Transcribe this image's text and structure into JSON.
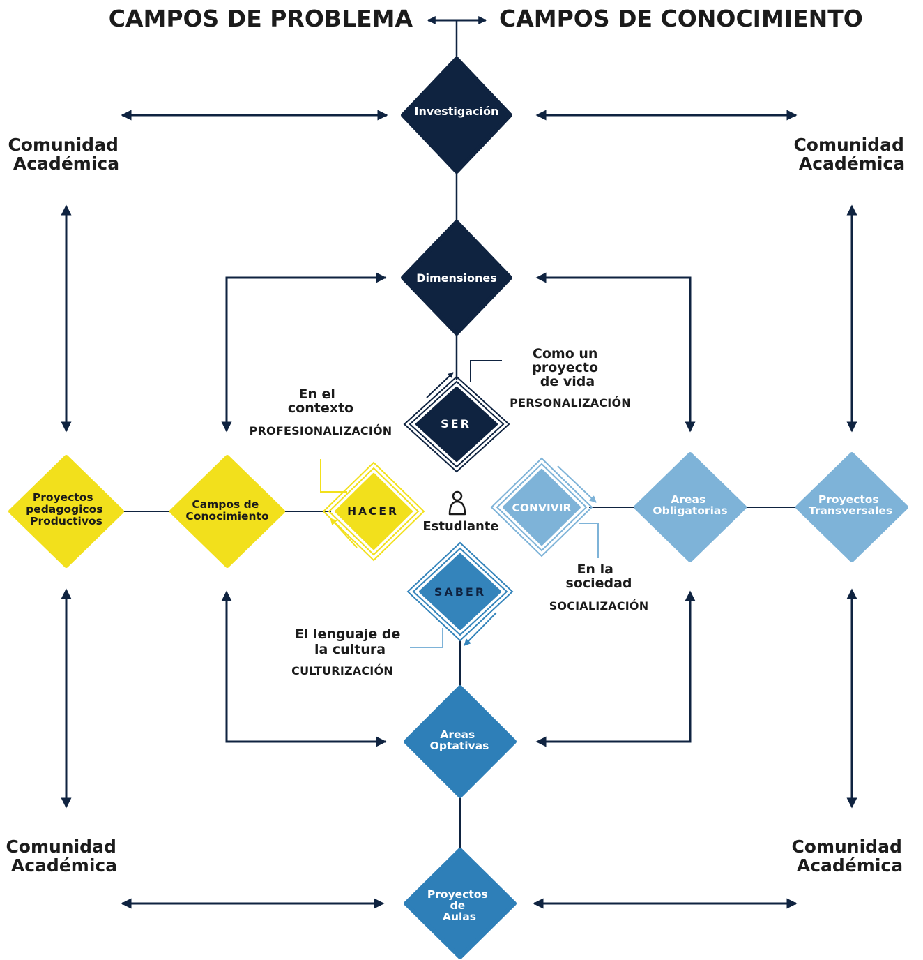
{
  "header": {
    "left_title": "CAMPOS DE PROBLEMA",
    "right_title": "CAMPOS DE CONOCIMIENTO"
  },
  "communities": {
    "top_left": [
      "Comunidad",
      "Académica"
    ],
    "top_right": [
      "Comunidad",
      "Académica"
    ],
    "bottom_left": [
      "Comunidad",
      "Académica"
    ],
    "bottom_right": [
      "Comunidad",
      "Académica"
    ]
  },
  "nodes": {
    "investigacion": [
      "Investigación"
    ],
    "dimensiones": [
      "Dimensiones"
    ],
    "ser": [
      "SER"
    ],
    "hacer": [
      "HACER"
    ],
    "saber": [
      "SABER"
    ],
    "convivir": [
      "CONVIVIR"
    ],
    "proyectos_pedagogicos": [
      "Proyectos",
      "pedagogicos",
      "Productivos"
    ],
    "campos_conocimiento": [
      "Campos de",
      "Conocimiento"
    ],
    "areas_obligatorias": [
      "Areas",
      "Obligatorias"
    ],
    "proyectos_transversales": [
      "Proyectos",
      "Transversales"
    ],
    "areas_optativas": [
      "Areas",
      "Optativas"
    ],
    "proyectos_aulas": [
      "Proyectos",
      "de",
      "Aulas"
    ]
  },
  "student": {
    "label": "Estudiante"
  },
  "annotations": {
    "ser": {
      "text": [
        "Como un",
        "proyecto",
        "de vida"
      ],
      "caption": "PERSONALIZACIÓN"
    },
    "hacer": {
      "text": [
        "En el",
        "contexto"
      ],
      "caption": "PROFESIONALIZACIÓN"
    },
    "convivir": {
      "text": [
        "En la",
        "sociedad"
      ],
      "caption": "SOCIALIZACIÓN"
    },
    "saber": {
      "text": [
        "El lenguaje de",
        "la cultura"
      ],
      "caption": "CULTURIZACIÓN"
    }
  },
  "colors": {
    "navy": "#0f2340",
    "yellow": "#f2e01c",
    "light_blue": "#7eb3d8",
    "mid_blue": "#3484bb",
    "line": "#0f2340"
  }
}
